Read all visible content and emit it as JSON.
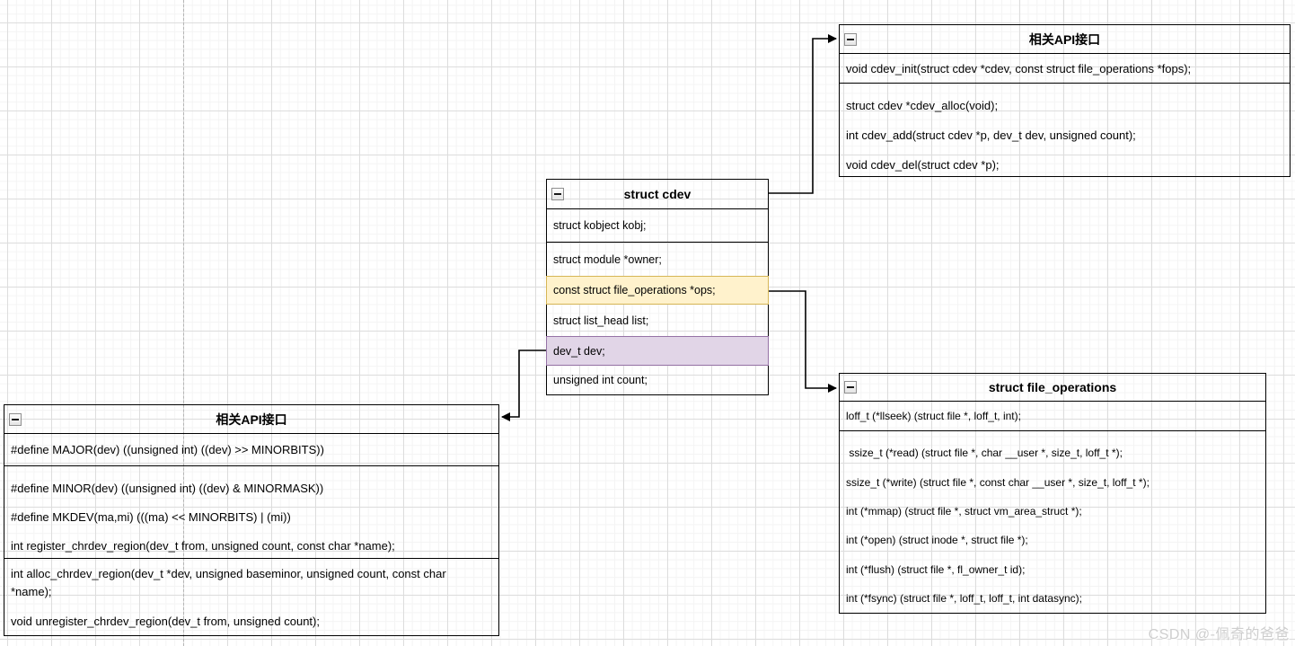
{
  "watermark": "CSDN @-佩奇的爸爸",
  "colors": {
    "box_border": "#000000",
    "highlight_yellow_bg": "#FFF2CC",
    "highlight_yellow_border": "#D6B656",
    "highlight_purple_bg": "#E1D5E7",
    "highlight_purple_border": "#9673A6"
  },
  "boxes": {
    "api_top": {
      "title": "相关API接口",
      "compartment1": [
        "void cdev_init(struct cdev *cdev, const struct file_operations *fops);"
      ],
      "compartment2": [
        "struct cdev *cdev_alloc(void);",
        "int cdev_add(struct cdev *p, dev_t dev, unsigned count);",
        "void cdev_del(struct cdev *p);"
      ]
    },
    "cdev": {
      "title": "struct cdev",
      "fields": [
        {
          "text": "struct kobject kobj;",
          "highlight": "none"
        },
        {
          "text": "struct module *owner;",
          "highlight": "none"
        },
        {
          "text": "const struct file_operations *ops;",
          "highlight": "yellow"
        },
        {
          "text": "struct list_head list;",
          "highlight": "none"
        },
        {
          "text": "dev_t dev;",
          "highlight": "purple"
        },
        {
          "text": "unsigned int count;",
          "highlight": "none"
        }
      ]
    },
    "api_left": {
      "title": "相关API接口",
      "compartment1": [
        "#define MAJOR(dev) ((unsigned int) ((dev) >> MINORBITS))"
      ],
      "compartment2": [
        "#define MINOR(dev) ((unsigned int) ((dev) & MINORMASK))",
        "#define MKDEV(ma,mi) (((ma) << MINORBITS) | (mi))",
        "int register_chrdev_region(dev_t from, unsigned count, const char *name);"
      ],
      "compartment3": [
        "int alloc_chrdev_region(dev_t *dev, unsigned baseminor, unsigned count, const char *name);",
        "void unregister_chrdev_region(dev_t from, unsigned count);"
      ]
    },
    "fops": {
      "title": "struct file_operations",
      "compartment1": [
        "loff_t (*llseek) (struct file *, loff_t, int);"
      ],
      "compartment2": [
        " ssize_t (*read) (struct file *, char __user *, size_t, loff_t *);",
        "ssize_t (*write) (struct file *, const char __user *, size_t, loff_t *);",
        "int (*mmap) (struct file *, struct vm_area_struct *);",
        "int (*open) (struct inode *, struct file *);",
        "int (*flush) (struct file *, fl_owner_t id);",
        "int (*fsync) (struct file *, loff_t, loff_t, int datasync);"
      ]
    }
  },
  "connectors": [
    {
      "from": "struct cdev",
      "to": "相关API接口 (top right)"
    },
    {
      "from": "const struct file_operations *ops;",
      "to": "struct file_operations"
    },
    {
      "from": "dev_t dev;",
      "to": "相关API接口 (bottom left)"
    }
  ]
}
